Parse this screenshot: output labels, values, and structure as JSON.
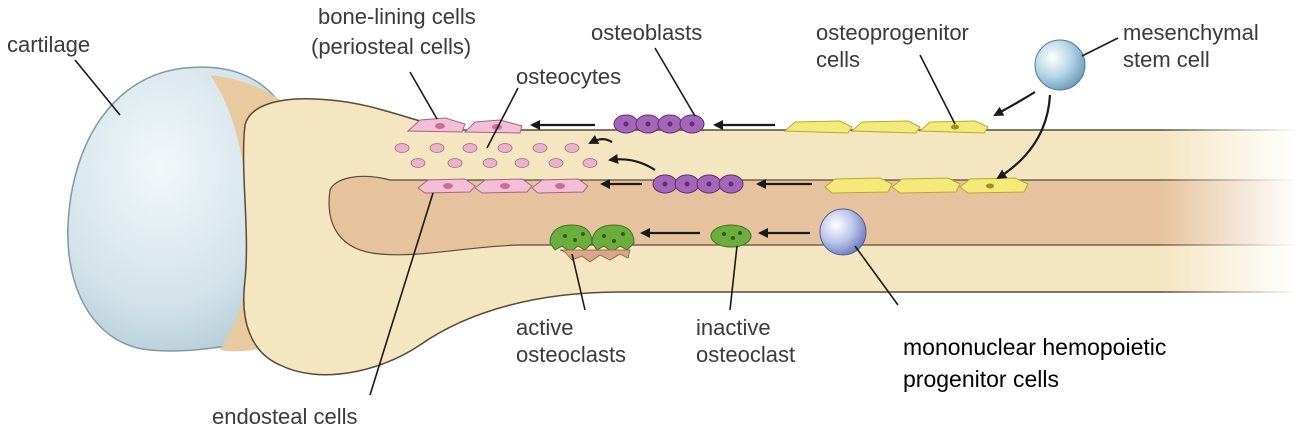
{
  "labels": {
    "cartilage": "cartilage",
    "bone_lining_1": "bone-lining cells",
    "bone_lining_2": "(periosteal cells)",
    "osteocytes": "osteocytes",
    "osteoblasts": "osteoblasts",
    "osteoprogenitor_1": "osteoprogenitor",
    "osteoprogenitor_2": "cells",
    "mesenchymal_1": "mesenchymal",
    "mesenchymal_2": "stem cell",
    "active_1": "active",
    "active_2": "osteoclasts",
    "inactive_1": "inactive",
    "inactive_2": "osteoclast",
    "hemopoietic_1": "mononuclear hemopoietic",
    "hemopoietic_2": "progenitor cells",
    "endosteal": "endosteal cells"
  },
  "colors": {
    "bone": "#f5e6c2",
    "marrow": "#e8c4a0",
    "cartilage": "#d8e6ec",
    "lining_cell": "#f3bfd6",
    "osteoblast": "#a466b8",
    "progenitor": "#f3ea7a",
    "stem_cell": "#9fc6dc",
    "hemopoietic": "#aab6e2",
    "osteoclast": "#6cae3e"
  }
}
